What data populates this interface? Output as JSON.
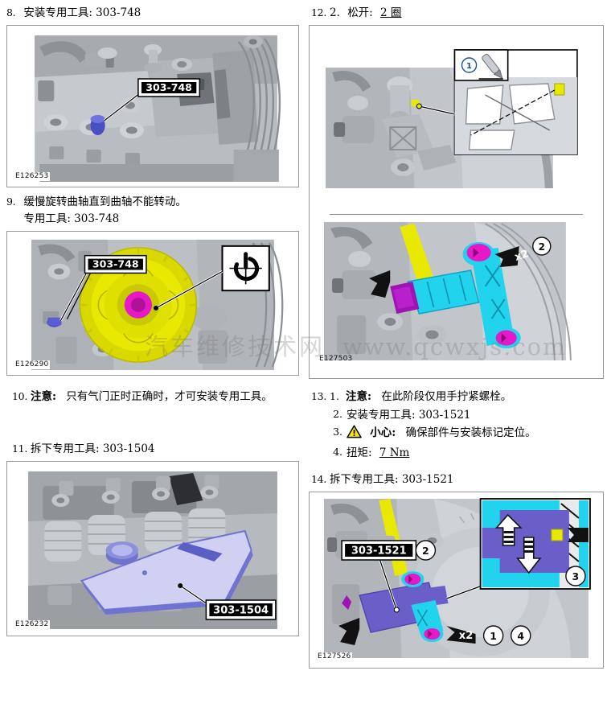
{
  "watermark": {
    "site_cn": "汽车维修技术网",
    "url": "www.qcwxjs.com"
  },
  "left_column": {
    "step8": {
      "number": "8.",
      "text": "安装专用工具: 303-748",
      "figure": {
        "ecode": "E126253",
        "callout": "303-748",
        "alt": "engine block with blue timing pin tool installed"
      }
    },
    "step9": {
      "number": "9.",
      "line1": "缓慢旋转曲轴直到曲轴不能转动。",
      "line2": "专用工具: 303-748",
      "figure": {
        "ecode": "E126290",
        "callout": "303-748",
        "inset_icon": "rotate-icon",
        "alt": "crankshaft pulley highlighted yellow with magenta hub"
      }
    },
    "step10": {
      "number": "10.",
      "label": "注意:",
      "text": "只有气门正时正确时，才可安装专用工具。"
    },
    "step11": {
      "number": "11.",
      "text": "拆下专用工具: 303-1504",
      "figure": {
        "ecode": "E126232",
        "callout": "303-1504",
        "alt": "camshaft alignment plate tool on cylinder head"
      }
    }
  },
  "right_column": {
    "step12": {
      "number": "12.",
      "sub_number": "2.",
      "label": "松开:",
      "value": "2 圈",
      "figure_top": {
        "inset_callout": "1",
        "alt": "timing belt tensioner with detail inset"
      },
      "figure_bottom": {
        "ecode": "E127503",
        "callout_marker": "2",
        "multiplier": "x2",
        "alt": "cyan holding tool on crankshaft with magenta fittings"
      }
    },
    "step13": {
      "number": "13.",
      "items": [
        {
          "num": "1.",
          "label": "注意:",
          "text": "在此阶段仅用手拧紧螺栓。",
          "icon": null
        },
        {
          "num": "2.",
          "label": "",
          "text": "安装专用工具: 303-1521",
          "icon": null
        },
        {
          "num": "3.",
          "label": "小心:",
          "text": "确保部件与安装标记定位。",
          "icon": "warning-triangle-icon"
        },
        {
          "num": "4.",
          "label": "扭矩:",
          "text": "7 Nm",
          "icon": null,
          "underline": true
        }
      ]
    },
    "step14": {
      "number": "14.",
      "text": "拆下专用工具: 303-1521",
      "figure": {
        "ecode": "E127526",
        "callout": "303-1521",
        "markers": [
          "1",
          "2",
          "3",
          "4"
        ],
        "multiplier": "x2",
        "alt": "purple special tool 303-1521 removal with inset detail"
      }
    }
  },
  "colors": {
    "tool_blue": "#4b4fc4",
    "tool_purple": "#6a5fc8",
    "tool_cyan": "#22d3ee",
    "tool_magenta": "#e619c8",
    "tool_yellow": "#e8e800",
    "plate_lavender": "#cfd0f2",
    "warn_yellow": "#ffe400",
    "marker_blue": "#1a4fa0",
    "box_border": "#999999"
  }
}
